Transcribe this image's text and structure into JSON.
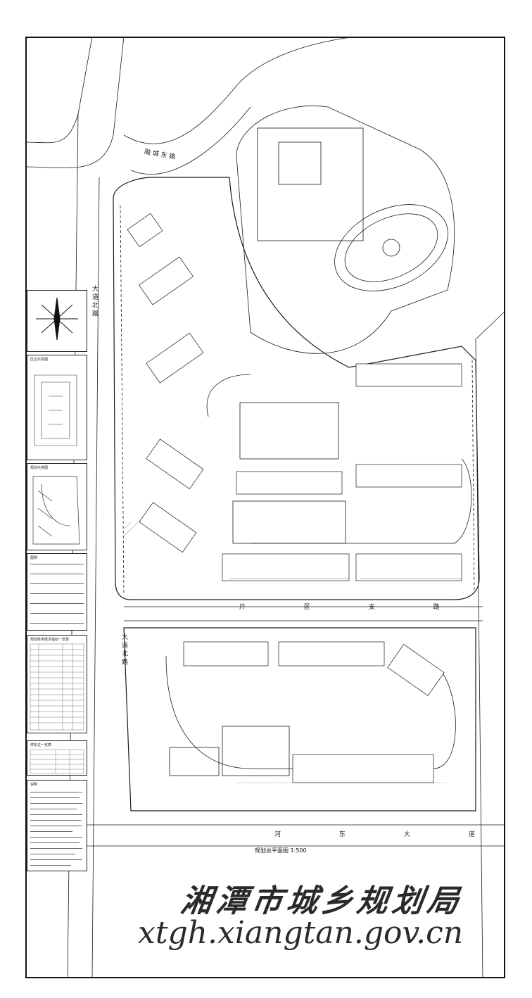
{
  "roads": {
    "north_road": "融 城 东 路",
    "west_road": "大 道 北 路",
    "west_road_lower": "大 道 北 路",
    "middle_road": "片 区 支 路",
    "south_road": "河 东 大 道"
  },
  "plan_caption": "规划总平面图 1:500",
  "watermark": {
    "org": "湘潭市城乡规划局",
    "url": "xtgh.xiangtan.gov.cn"
  },
  "legend_panels": {
    "location_map": "区位示意图",
    "site_map": "规划示意图",
    "symbols": "图例",
    "tech_table": "规划技术经济指标一览表",
    "parking_table": "停车位一览表",
    "notes": "说明"
  },
  "colors": {
    "line": "#1a1a1a",
    "hatch": "#444444",
    "paper": "#ffffff"
  }
}
